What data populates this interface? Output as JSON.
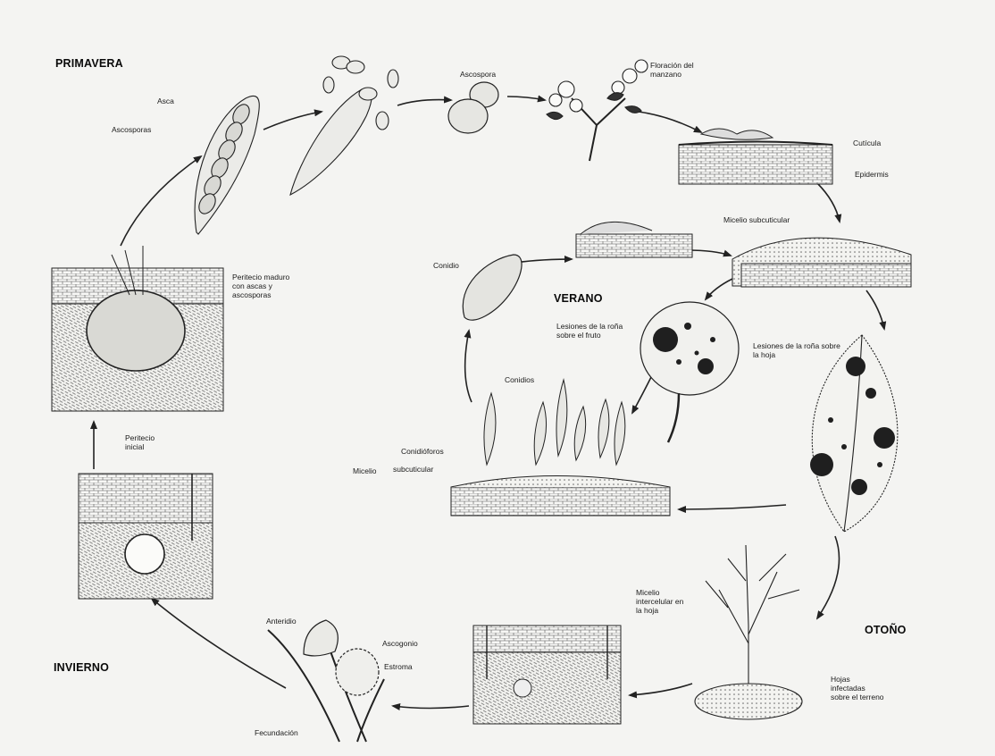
{
  "seasons": {
    "spring": "PRIMAVERA",
    "summer": "VERANO",
    "autumn": "OTOÑO",
    "winter": "INVIERNO"
  },
  "labels": {
    "asca": "Asca",
    "ascosporas_1": "Ascosporas",
    "ascospora_2": "Ascospora",
    "floracion": "Floración del manzano",
    "cuticula": "Cutícula",
    "epidermis": "Epidermis",
    "micelio_subcuticular": "Micelio subcuticular",
    "conidio": "Conidio",
    "lesiones_fruto": "Lesiones de la roña sobre el fruto",
    "lesiones_hoja": "Lesiones de la roña sobre la hoja",
    "conidios": "Conidios",
    "conidioforos": "Conidióforos",
    "subcuticular": "subcuticular",
    "micelio": "Micelio",
    "peritecio_maduro": "Peritecio maduro con ascas y ascosporas",
    "peritecio_inicial": "Peritecio inicial",
    "micelio_intercelular": "Micelio intercelular en la hoja",
    "hojas_infectadas": "Hojas infectadas sobre el terreno",
    "anteridio": "Anteridio",
    "ascogonio": "Ascogonio",
    "estroma": "Estroma",
    "fecundacion": "Fecundación"
  }
}
